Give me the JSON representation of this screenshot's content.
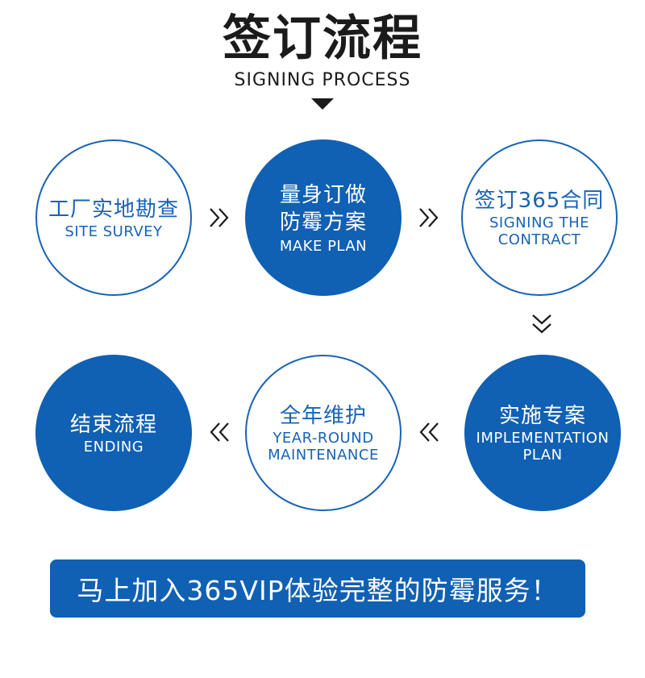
{
  "header": {
    "title": "签订流程",
    "subtitle": "SIGNING PROCESS"
  },
  "steps": [
    {
      "cn": "工厂实地勘查",
      "en_lines": [
        "SITE SURVEY"
      ],
      "style": "outline"
    },
    {
      "cn_lines": [
        "量身订做",
        "防霉方案"
      ],
      "en_lines": [
        "MAKE PLAN"
      ],
      "style": "filled"
    },
    {
      "cn": "签订365合同",
      "en_lines": [
        "SIGNING THE",
        "CONTRACT"
      ],
      "style": "outline"
    },
    {
      "cn": "实施专案",
      "en_lines": [
        "IMPLEMENTATION",
        "PLAN"
      ],
      "style": "filled"
    },
    {
      "cn": "全年维护",
      "en_lines": [
        "YEAR-ROUND",
        "MAINTENANCE"
      ],
      "style": "outline"
    },
    {
      "cn": "结束流程",
      "en_lines": [
        "ENDING"
      ],
      "style": "filled"
    }
  ],
  "arrows": {
    "right": "double-chevron-right-icon",
    "down": "double-chevron-down-icon",
    "left": "double-chevron-left-icon"
  },
  "cta": {
    "label": "马上加入365VIP体验完整的防霉服务！"
  },
  "colors": {
    "brand_blue": "#1060b3",
    "outline_blue": "#1863b5",
    "text_dark": "#1b1b1b"
  }
}
